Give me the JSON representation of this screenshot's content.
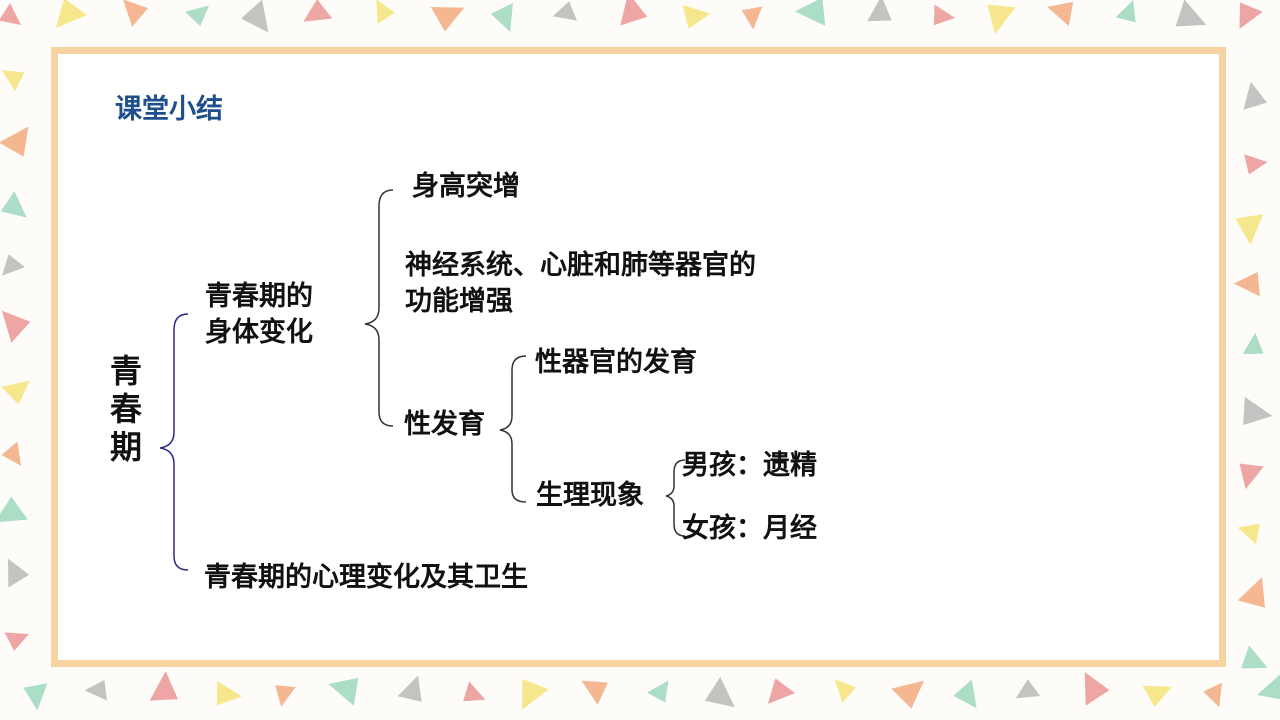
{
  "title": "课堂小结",
  "colors": {
    "title": "#1f4e8c",
    "frame": "#f6d3a0",
    "bracket_root": "#2a2a8a",
    "bracket_other": "#333333",
    "text": "#111111",
    "pattern": [
      "#e88a8a",
      "#8fd4b4",
      "#f3e06a",
      "#b0b0b0",
      "#f0a070"
    ]
  },
  "tree": {
    "root": "青春期",
    "physical": {
      "line1": "青春期的",
      "line2": "身体变化",
      "height": "身高突增",
      "organs_line1": "神经系统、心脏和肺等器官的",
      "organs_line2": "功能增强",
      "sexual": {
        "label": "性发育",
        "organs": "性器官的发育",
        "phenomena": {
          "label": "生理现象",
          "boy": "男孩：遗精",
          "girl": "女孩：月经"
        }
      }
    },
    "psychological": "青春期的心理变化及其卫生"
  }
}
